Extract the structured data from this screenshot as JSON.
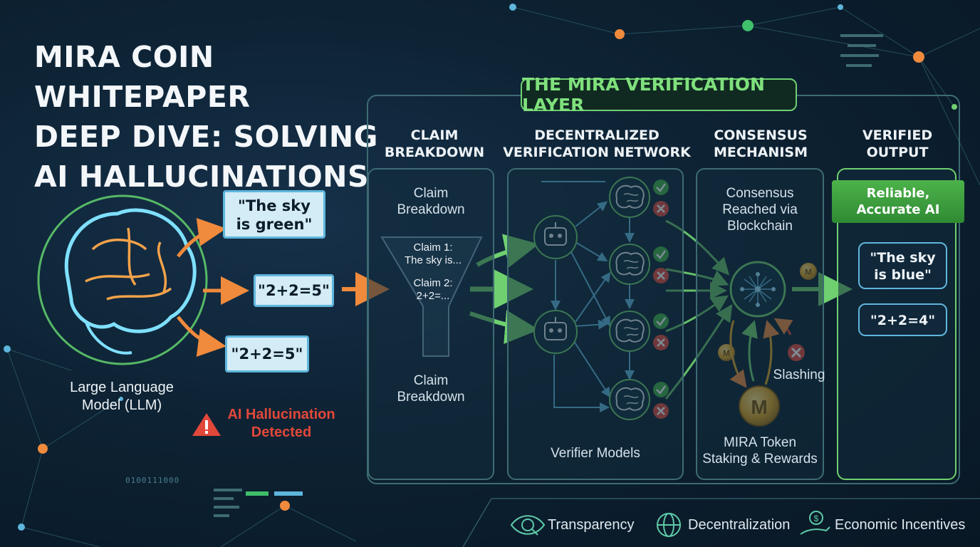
{
  "title": [
    "MIRA COIN WHITEPAPER",
    "DEEP DIVE: SOLVING",
    "AI HALLUCINATIONS"
  ],
  "llm": {
    "label": [
      "Large Language",
      "Model (LLM)"
    ],
    "outputs": [
      "\"The sky\nis green\"",
      "\"2+2=5\"",
      "\"2+2=5\""
    ],
    "warning": [
      "AI Hallucination",
      "Detected"
    ],
    "binary": "0100111000"
  },
  "layer_title": "THE MIRA VERIFICATION LAYER",
  "columns": {
    "claim": {
      "heading": [
        "CLAIM",
        "BREAKDOWN"
      ],
      "top_text": [
        "Claim",
        "Breakdown"
      ],
      "claims": [
        "Claim 1:",
        "The sky is...",
        "Claim 2:",
        "2+2=..."
      ],
      "bottom_text": [
        "Claim",
        "Breakdown"
      ]
    },
    "network": {
      "heading": [
        "DECENTRALIZED",
        "VERIFICATION NETWORK"
      ],
      "footer": "Verifier Models"
    },
    "consensus": {
      "heading": [
        "CONSENSUS",
        "MECHANISM"
      ],
      "top_text": [
        "Consensus",
        "Reached via",
        "Blockchain"
      ],
      "slashing": "Slashing",
      "token_text": [
        "MIRA Token",
        "Staking & Rewards"
      ]
    },
    "verified": {
      "heading": [
        "VERIFIED",
        "OUTPUT"
      ],
      "banner": [
        "Reliable,",
        "Accurate AI"
      ],
      "outputs": [
        "\"The sky\nis blue\"",
        "\"2+2=4\""
      ]
    }
  },
  "footer": [
    {
      "icon": "eye-icon",
      "label": "Transparency"
    },
    {
      "icon": "globe-network-icon",
      "label": "Decentralization"
    },
    {
      "icon": "hand-coin-icon",
      "label": "Economic Incentives"
    }
  ],
  "colors": {
    "accent_green": "#6fd06f",
    "accent_orange": "#f08a3c",
    "accent_blue": "#5fb6dc",
    "alert_red": "#e2483a",
    "coin_gold": "#e0a422"
  }
}
